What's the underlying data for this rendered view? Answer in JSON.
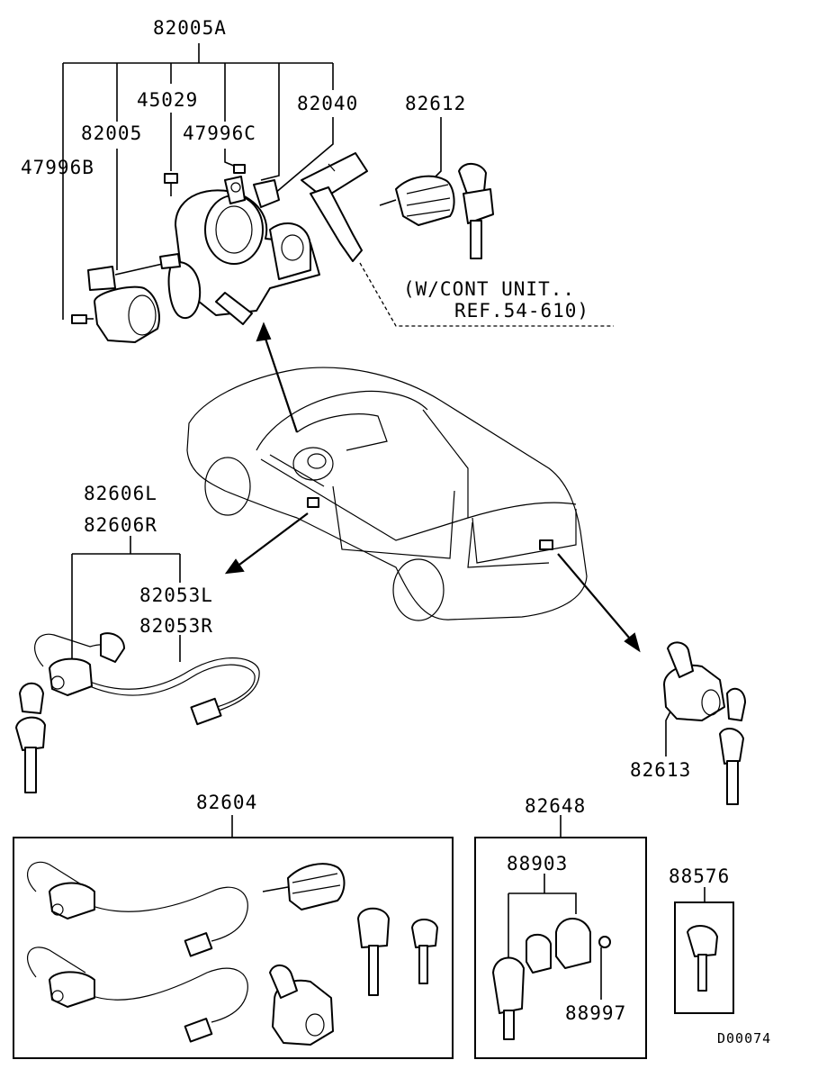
{
  "labels": {
    "p82005A": "82005A",
    "p45029": "45029",
    "p82040": "82040",
    "p82612": "82612",
    "p82005": "82005",
    "p47996C": "47996C",
    "p47996B": "47996B",
    "note_line1": "(W/CONT UNIT..",
    "note_line2": "REF.54-610)",
    "p82606L": "82606L",
    "p82606R": "82606R",
    "p82053L": "82053L",
    "p82053R": "82053R",
    "p82613": "82613",
    "p82604": "82604",
    "p82648": "82648",
    "p88903": "88903",
    "p88576": "88576",
    "p88997": "88997",
    "diagram_id": "D00074"
  },
  "colors": {
    "ink": "#000000",
    "paper": "#ffffff"
  }
}
